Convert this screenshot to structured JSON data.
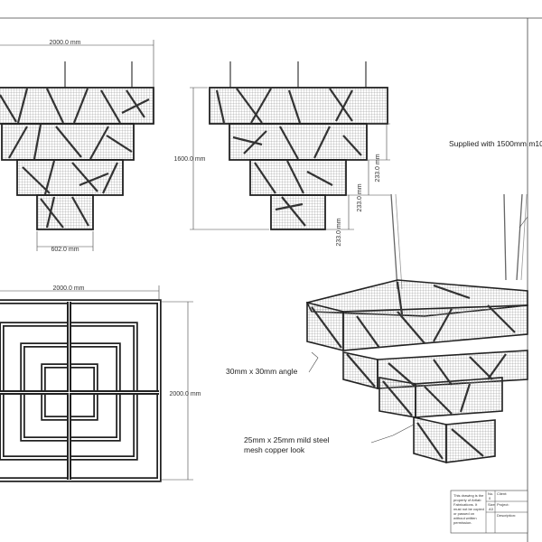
{
  "dimensions": {
    "front_width": "2000.0 mm",
    "bottom_width": "602.0 mm",
    "side_height": "1600.0 mm",
    "tier_height_1": "233.0 mm",
    "tier_height_2": "233.0 mm",
    "tier_height_3": "233.0 mm",
    "plan_width": "2000.0 mm",
    "plan_height": "2000.0 mm"
  },
  "notes": {
    "rods": "Supplied with 1500mm m10",
    "angle": "30mm x 30mm angle",
    "mesh_line1": "25mm x 25mm mild steel",
    "mesh_line2": "mesh copper look"
  },
  "title_block": {
    "disclaimer_1": "This drawing is the",
    "disclaimer_2": "property of Artlab",
    "disclaimer_3": "Fabrications. It",
    "disclaimer_4": "must not be copied",
    "disclaimer_5": "or passed on",
    "disclaimer_6": "without written",
    "disclaimer_7": "permission.",
    "no_label": "No.",
    "no_value": "0",
    "size_label": "Size",
    "size_value": "A3",
    "client_label": "Client:",
    "project_label": "Project:",
    "description_label": "Description:"
  },
  "colors": {
    "line": "#222222",
    "mesh": "#8a8a8a",
    "background": "#ffffff"
  }
}
